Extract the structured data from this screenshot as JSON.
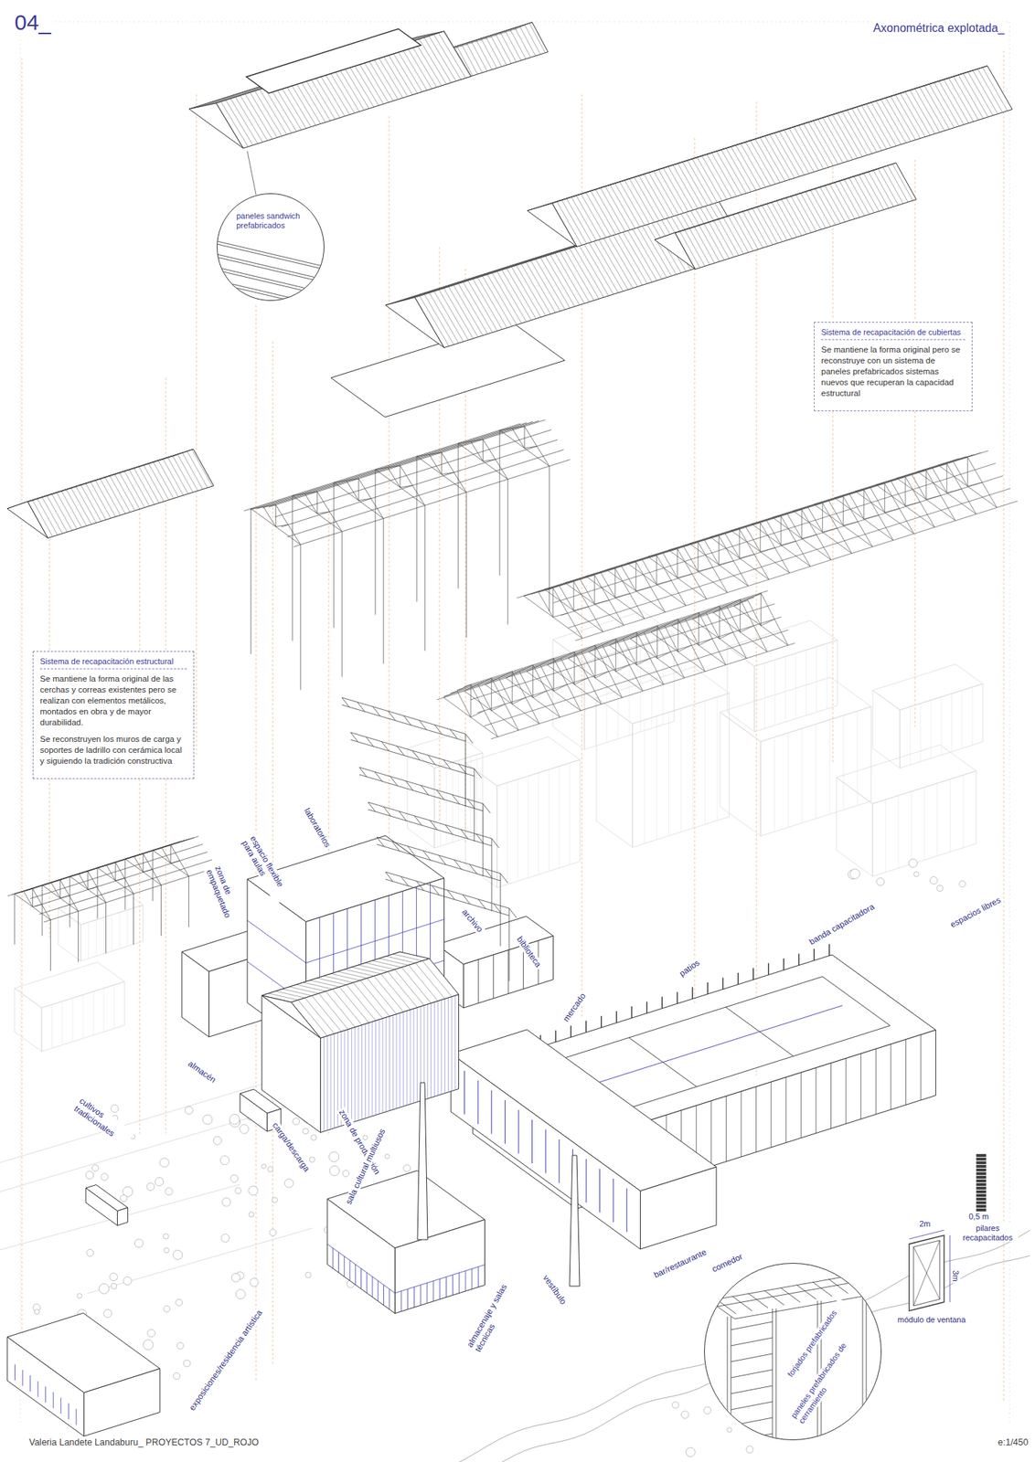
{
  "diagram": {
    "title": "Axonométrica explotada_",
    "nodes": [
      {
        "text": [
          "paneles sandwich prefabricados"
        ]
      },
      {
        "text": [
          "Sistema de recapacitación de cubiertas",
          "Se mantiene la forma original pero se reconstruye con un sistema de paneles prefabricados sistemas nuevos que recuperan la capacidad estructural"
        ]
      },
      {
        "text": [
          "Sistema de recapacitación estructural",
          "Se mantiene la forma original de las cerchas y correas existentes pero se realizan con elementos metálicos, montados en obra y de mayor durabilidad.",
          "Se reconstruyen los muros de carga y soportes de ladrillo con cerámica local y siguiendo la tradición constructiva"
        ]
      },
      {
        "text": [
          "forjados prefabricados",
          "paneles prefabricados de cerramiento"
        ]
      }
    ],
    "labels": [
      "04_",
      "laboratorios",
      "espacio flexible para aulas",
      "zona de empaquetado",
      "archivo",
      "biblioteca",
      "almacén",
      "cultivos tradicionales",
      "carga/descarga",
      "zona de producción",
      "sala cultural multiusos",
      "mercado",
      "patios",
      "banda capacitadora",
      "espacios libres",
      "bar/restaurante",
      "comedor",
      "vestíbulo",
      "almacenaje y salas técnicas",
      "exposiciones/residencia artística",
      "0,5 m",
      "pilares recapacitados",
      "2m",
      "3m",
      "módulo de ventana",
      "Valeria Landete Landaburu_ PROYECTOS 7_UD_ROJO",
      "e:1/450"
    ]
  }
}
